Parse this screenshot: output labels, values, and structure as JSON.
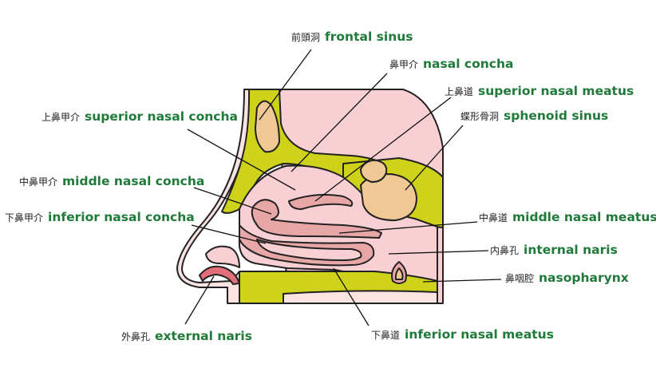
{
  "colors": {
    "label_green": "#1f7a3a",
    "bone_yellow": "#cfd21a",
    "soft_tissue_pink": "#f8cfd3",
    "sinus_tan": "#f0c896",
    "concha_pink": "#e7a7a6",
    "outline": "#222222",
    "nostril_red": "#e46d7a"
  },
  "labels": {
    "frontal_sinus": {
      "jp": "前頭洞",
      "en": "frontal sinus"
    },
    "nasal_concha": {
      "jp": "鼻甲介",
      "en": "nasal concha"
    },
    "superior_nasal_meatus": {
      "jp": "上鼻道",
      "en": "superior nasal meatus"
    },
    "superior_nasal_concha": {
      "jp": "上鼻甲介",
      "en": "superior nasal concha"
    },
    "sphenoid_sinus": {
      "jp": "蝶形骨洞",
      "en": "sphenoid sinus"
    },
    "middle_nasal_concha": {
      "jp": "中鼻甲介",
      "en": "middle nasal concha"
    },
    "inferior_nasal_concha": {
      "jp": "下鼻甲介",
      "en": "inferior nasal concha"
    },
    "middle_nasal_meatus": {
      "jp": "中鼻道",
      "en": "middle nasal meatus"
    },
    "internal_naris": {
      "jp": "内鼻孔",
      "en": "internal naris"
    },
    "nasopharynx": {
      "jp": "鼻咽腔",
      "en": "nasopharynx"
    },
    "external_naris": {
      "jp": "外鼻孔",
      "en": "external naris"
    },
    "inferior_nasal_meatus": {
      "jp": "下鼻道",
      "en": "inferior nasal meatus"
    }
  }
}
